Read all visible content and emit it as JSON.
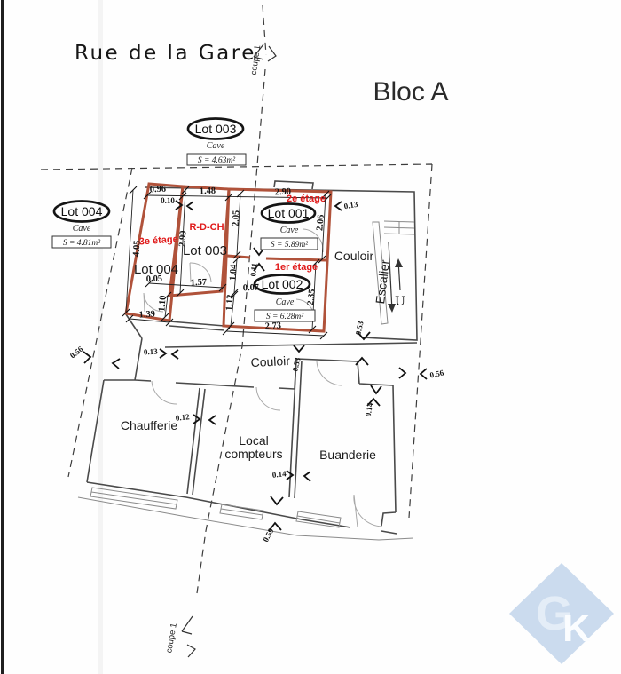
{
  "page": {
    "street": "Rue de la Gare",
    "title": "Bloc A",
    "coupe_top": "coupe 1",
    "coupe_bottom": "coupe 1"
  },
  "lots": {
    "badge003": {
      "name": "Lot 003",
      "type": "Cave",
      "area": "S = 4.63m²"
    },
    "badge004": {
      "name": "Lot 004",
      "type": "Cave",
      "area": "S = 4.81m²"
    },
    "lot001": {
      "name": "Lot 001",
      "type": "Cave",
      "area": "S = 5.89m²"
    },
    "lot002": {
      "name": "Lot 002",
      "type": "Cave",
      "area": "S = 6.28m²"
    }
  },
  "floors": {
    "e3": "3e étage",
    "rdch": "R-D-CH",
    "e2": "2e étage",
    "e1": "1er étage"
  },
  "rooms": {
    "lot003": "Lot 003",
    "lot004": "Lot 004",
    "couloir_stair": "Couloir",
    "couloir_main": "Couloir",
    "escalier": "Escalier",
    "stair_up": "U",
    "chaufferie": "Chaufferie",
    "local_line1": "Local",
    "local_line2": "compteurs",
    "buanderie": "Buanderie"
  },
  "dims": {
    "d_096": "0.96",
    "d_148": "1.48",
    "d_290": "2.90",
    "d_010": "0.10",
    "d_013_top": "0.13",
    "d_405": "4.05",
    "d_299": "2.99",
    "d_205": "2.05",
    "d_206": "2.06",
    "d_104": "1.04",
    "d_011": "0.11",
    "d_112": "1.12",
    "d_110": "1.10",
    "d_235": "2.35",
    "d_005": "0.05",
    "d_157": "1.57",
    "d_007": "0.07",
    "d_139": "1.39",
    "d_273": "2.73",
    "d_053_stair": "0.53",
    "d_053_corridor": "0.53",
    "d_013_corridor": "0.13",
    "d_056_left": "0.56",
    "d_056_right": "0.56",
    "d_012": "0.12",
    "d_014_mid": "0.14",
    "d_014_right": "0.14",
    "d_059": "0.59"
  },
  "logo": {
    "g": "G",
    "k": "K"
  },
  "colors": {
    "cave_wall": "#b0523a",
    "floor_label": "#e01a1a",
    "logo_diamond": "#cbdbee",
    "line_dark": "#3c3c3c"
  }
}
